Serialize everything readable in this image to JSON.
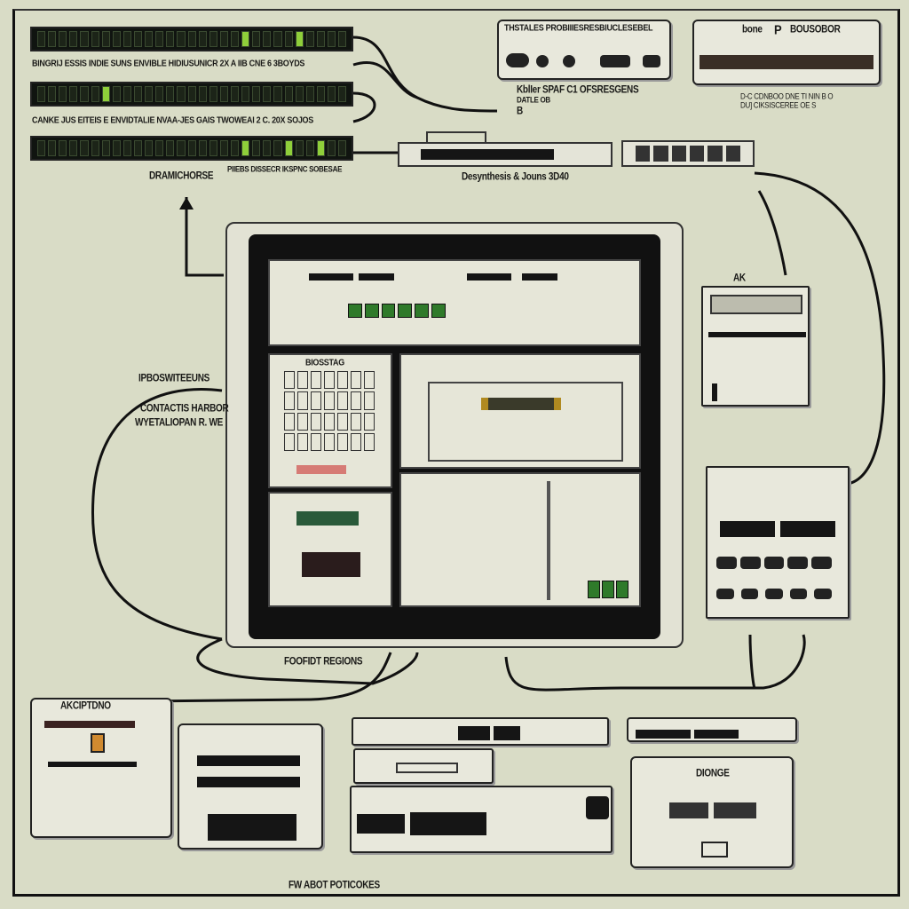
{
  "racks": [
    {
      "label": "BINGRIJ ESSIS INDIE SUNS ENVIBLE HIDIUSUNICR 2X A IIB CNE 6 3BOYDS"
    },
    {
      "label": "CANKE JUS EITEIS E ENVIDTALIE NVAA-JES GAIS TWOWEAI 2 C. 20X SOJOS"
    },
    {
      "label": "PIIEBS DISSECR IKSPNC SOBESAE"
    }
  ],
  "labels": {
    "dramichorse": "DRAMICHORSE",
    "desynth": "Desynthesis & Jouns 3D40",
    "top_device_title": "THSTALES PROBIIIESRESBIUCLESEBEL",
    "kbller_1": "KblIer SPAF C1 OFSRESGENS",
    "kbller_2": "DATLE OB",
    "kbller_3": "B",
    "right_top_a": "bone",
    "right_top_b": "P",
    "right_top_c": "BOUSOBOR",
    "right_caption_1": "D-C CDNBOO DNE TI NIN B O",
    "right_caption_2": "DU] CIKSISCEREE OE S",
    "ipbos": "IPBOSWITEEUNS",
    "contact_1": "CONTACTIS HARBOR",
    "contact_2": "WYETALIOPAN R. WE",
    "biosstag": "BIOSSTAG",
    "ak": "AK",
    "foofidt": "FOOFIDT REGIONS",
    "akciptdno": "AKCIPTDNO",
    "dionge": "DIONGE",
    "footer": "FW ABOT POTICOKES"
  },
  "colors": {
    "background": "#d9dcc6",
    "led_green": "#8fcf3a",
    "panel": "#e8e8dc"
  }
}
